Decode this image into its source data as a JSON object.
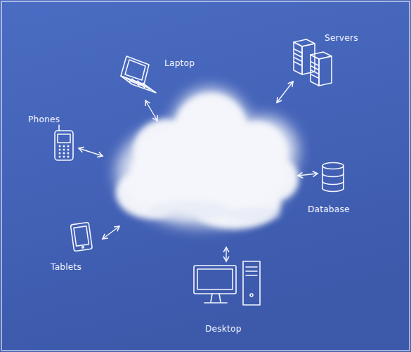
{
  "diagram": {
    "labels": [
      "Laptop",
      "Servers",
      "Phones",
      "Database",
      "Tablets",
      "Desktop"
    ]
  }
}
